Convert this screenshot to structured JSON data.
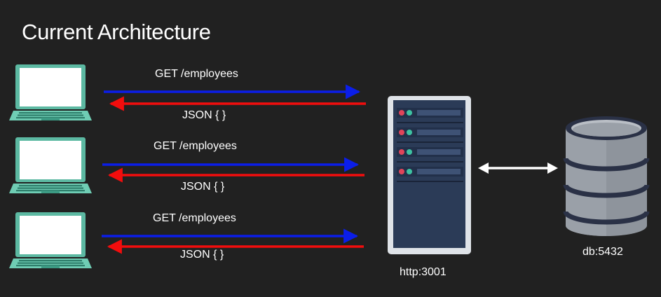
{
  "title": "Current Architecture",
  "clients": [
    {
      "request_label": "GET /employees",
      "response_label": "JSON { }"
    },
    {
      "request_label": "GET /employees",
      "response_label": "JSON { }"
    },
    {
      "request_label": "GET /employees",
      "response_label": "JSON { }"
    }
  ],
  "server": {
    "label": "http:3001"
  },
  "database": {
    "label": "db:5432"
  },
  "colors": {
    "background": "#212121",
    "request_arrow": "#0b1ee8",
    "response_arrow": "#f20d0d",
    "laptop": "#6fcdb4",
    "server_body": "#2b3b57",
    "db_body": "#8e949c"
  }
}
